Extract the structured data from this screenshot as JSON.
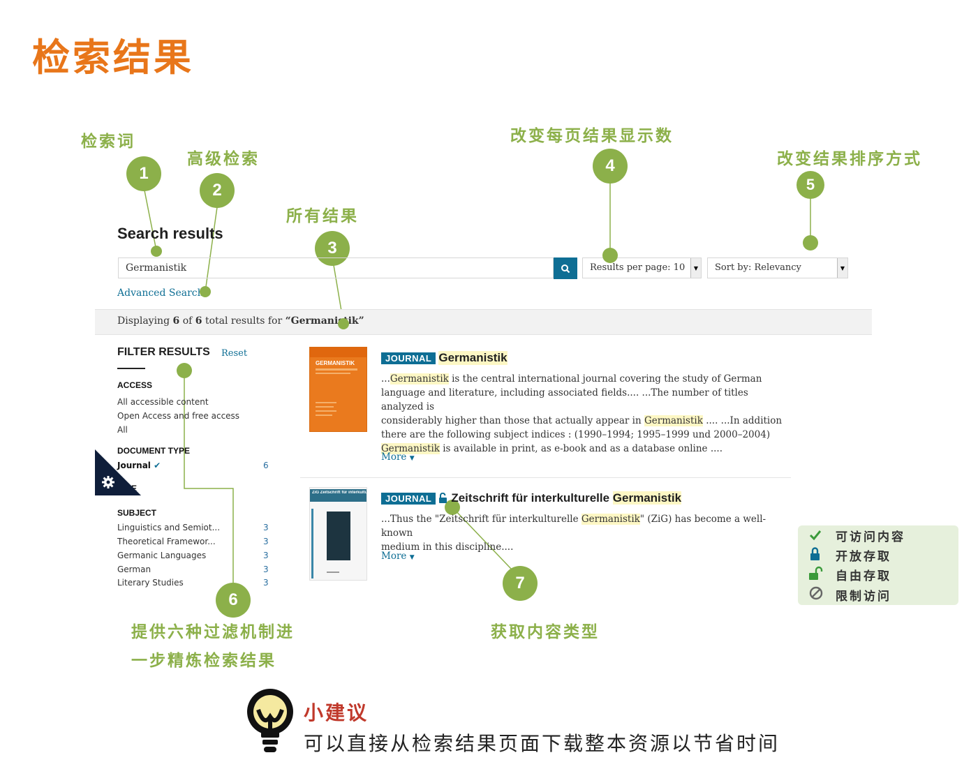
{
  "page_title": "检索结果",
  "annotations": {
    "a1": "检索词",
    "a2": "高级检索",
    "a3": "所有结果",
    "a4": "改变每页结果显示数",
    "a5": "改变结果排序方式",
    "a6_line1": "提供六种过滤机制进",
    "a6_line2": "一步精炼检索结果",
    "a7": "获取内容类型"
  },
  "markers": {
    "m1": "1",
    "m2": "2",
    "m3": "3",
    "m4": "4",
    "m5": "5",
    "m6": "6",
    "m7": "7"
  },
  "search": {
    "heading": "Search results",
    "query": "Germanistik",
    "advanced_label": "Advanced Search",
    "results_per_page": "Results per page: 10",
    "sort_by": "Sort by: Relevancy",
    "search_icon": "search-icon"
  },
  "summary": {
    "prefix": "Displaying ",
    "shown": "6",
    "of": " of ",
    "total": "6",
    "mid": " total results for ",
    "query": "“Germanistik”"
  },
  "filters": {
    "title": "FILTER RESULTS",
    "reset": "Reset",
    "access_heading": "ACCESS",
    "access_items": [
      "All accessible content",
      "Open Access and free access",
      "All"
    ],
    "doctype_heading": "DOCUMENT TYPE",
    "doctype_item": "Journal",
    "doctype_count": "6",
    "hidden_heading_tail": "E",
    "subject_heading": "SUBJECT",
    "subjects": [
      {
        "label": "Linguistics and Semiot...",
        "count": "3"
      },
      {
        "label": "Theoretical Framewor...",
        "count": "3"
      },
      {
        "label": "Germanic Languages",
        "count": "3"
      },
      {
        "label": "German",
        "count": "3"
      },
      {
        "label": "Literary Studies",
        "count": "3"
      }
    ]
  },
  "results": [
    {
      "badge": "JOURNAL",
      "title_hl": "Germanistik",
      "cover_title": "GERMANISTIK",
      "snippet_lines": [
        [
          "...",
          {
            "hl": "Germanistik"
          },
          " is the central international journal covering the study of German"
        ],
        [
          "language and literature, including associated fields.... ...The number of titles analyzed is"
        ],
        [
          "considerably higher than those that actually appear in ",
          {
            "hl": "Germanistik"
          },
          " .... ...In addition"
        ],
        [
          "there are the following subject indices : (1990–1994; 1995–1999 und 2000–2004)"
        ],
        [
          {
            "hl": "Germanistik"
          },
          " is available in print, as e-book and as a database online ...."
        ]
      ],
      "more": "More"
    },
    {
      "badge": "JOURNAL",
      "title_plain": "Zeitschrift für interkulturelle ",
      "title_hl": "Germanistik",
      "cover_title": "ZiG Zeitschrift für interkulturelle Germanistik",
      "snippet_lines": [
        [
          "...Thus the \"Zeitschrift für interkulturelle ",
          {
            "hl": "Germanistik"
          },
          "\" (ZiG) has become a well-known"
        ],
        [
          "medium in this discipline...."
        ]
      ],
      "more": "More"
    }
  ],
  "legend": [
    {
      "icon": "check-icon",
      "label": "可访问内容",
      "color": "#3a9a3a"
    },
    {
      "icon": "lock-closed-icon",
      "label": "开放存取",
      "color": "#0e6e94"
    },
    {
      "icon": "lock-open-icon",
      "label": "自由存取",
      "color": "#3a9a3a"
    },
    {
      "icon": "no-access-icon",
      "label": "限制访问",
      "color": "#666666"
    }
  ],
  "tip": {
    "heading": "小建议",
    "body": "可以直接从检索结果页面下载整本资源以节省时间"
  },
  "colors": {
    "title_orange": "#e8761a",
    "annotation_green": "#8cb04a",
    "brand_blue": "#0e6e94",
    "highlight": "#fdf7c4"
  }
}
